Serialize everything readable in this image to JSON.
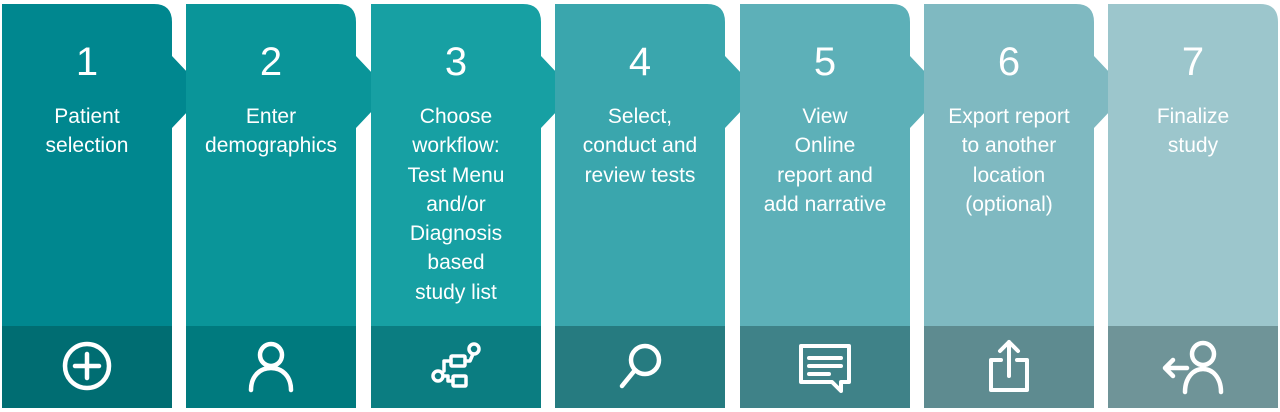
{
  "steps": [
    {
      "number": "1",
      "label": "Patient\nselection",
      "icon": "plus-circle-icon",
      "color_top": "#00878F",
      "color_bottom": "#006D72"
    },
    {
      "number": "2",
      "label": "Enter\ndemographics",
      "icon": "user-icon",
      "color_top": "#0A9599",
      "color_bottom": "#007A7E"
    },
    {
      "number": "3",
      "label": "Choose\nworkflow:\nTest Menu\nand/or\nDiagnosis\nbased\nstudy list",
      "icon": "workflow-icon",
      "color_top": "#17A0A3",
      "color_bottom": "#0B7D81"
    },
    {
      "number": "4",
      "label": "Select,\nconduct and\nreview tests",
      "icon": "search-icon",
      "color_top": "#3AA6AD",
      "color_bottom": "#267B80"
    },
    {
      "number": "5",
      "label": "View\nOnline\nreport and\nadd narrative",
      "icon": "report-comment-icon",
      "color_top": "#5DB0B8",
      "color_bottom": "#3F8288"
    },
    {
      "number": "6",
      "label": "Export report\nto another\nlocation\n(optional)",
      "icon": "export-icon",
      "color_top": "#7FB9C1",
      "color_bottom": "#5E8B90"
    },
    {
      "number": "7",
      "label": "Finalize\nstudy",
      "icon": "back-to-user-icon",
      "color_top": "#9CC6CC",
      "color_bottom": "#6F9498"
    }
  ]
}
